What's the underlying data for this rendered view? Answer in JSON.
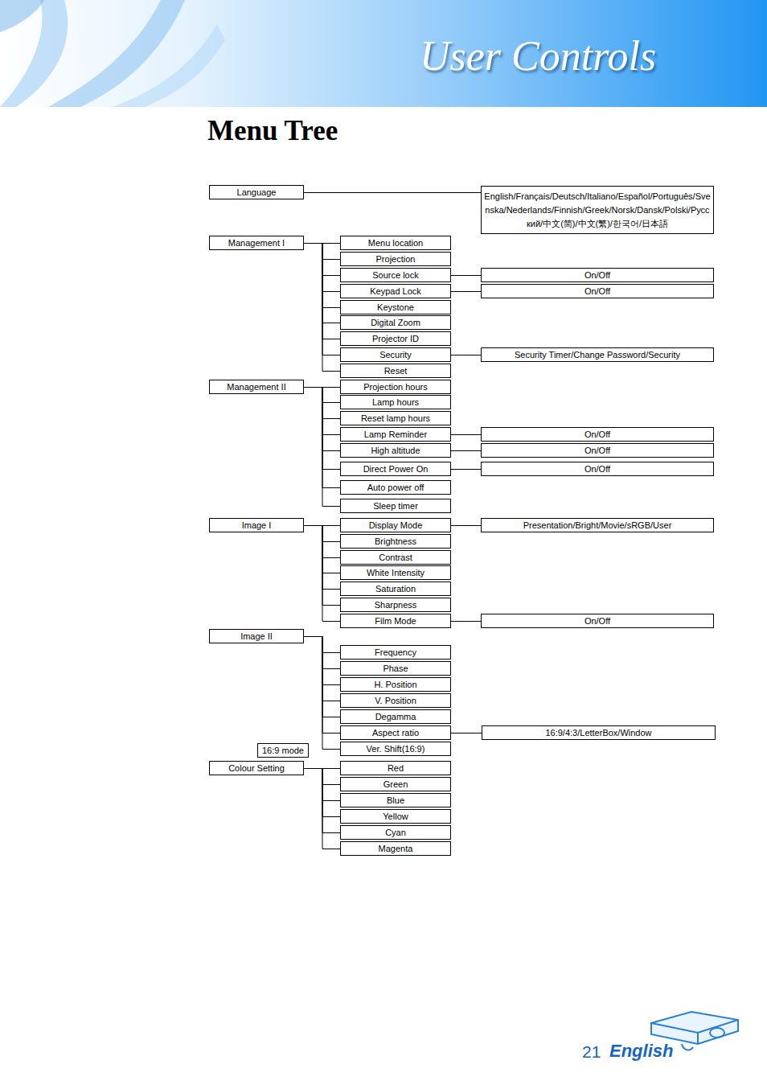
{
  "diagram": {
    "title": "Menu Tree",
    "nodes": [
      {
        "text": [
          "Language"
        ]
      },
      {
        "text": [
          "English/Français/Deutsch/Italiano/Español/Português/Svenska/Nederlands/Finnish/Greek/Norsk/Dansk/Polski/Pусский/中文(简)/中文(繁)/한국어/日本語"
        ]
      },
      {
        "text": [
          "Management I"
        ]
      },
      {
        "text": [
          "Menu location"
        ]
      },
      {
        "text": [
          "Projection"
        ]
      },
      {
        "text": [
          "Source lock"
        ]
      },
      {
        "text": [
          "On/Off"
        ]
      },
      {
        "text": [
          "Keypad Lock"
        ]
      },
      {
        "text": [
          "On/Off"
        ]
      },
      {
        "text": [
          "Keystone"
        ]
      },
      {
        "text": [
          "Digital Zoom"
        ]
      },
      {
        "text": [
          "Projector ID"
        ]
      },
      {
        "text": [
          "Security"
        ]
      },
      {
        "text": [
          "Security Timer/Change Password/Security"
        ]
      },
      {
        "text": [
          "Reset"
        ]
      },
      {
        "text": [
          "Management II"
        ]
      },
      {
        "text": [
          "Projection hours"
        ]
      },
      {
        "text": [
          "Lamp hours"
        ]
      },
      {
        "text": [
          "Reset lamp hours"
        ]
      },
      {
        "text": [
          "Lamp Reminder"
        ]
      },
      {
        "text": [
          "On/Off"
        ]
      },
      {
        "text": [
          "High altitude"
        ]
      },
      {
        "text": [
          "On/Off"
        ]
      },
      {
        "text": [
          "Direct Power On"
        ]
      },
      {
        "text": [
          "On/Off"
        ]
      },
      {
        "text": [
          "Auto power off"
        ]
      },
      {
        "text": [
          "Sleep timer"
        ]
      },
      {
        "text": [
          "Image I"
        ]
      },
      {
        "text": [
          "Display Mode"
        ]
      },
      {
        "text": [
          "Presentation/Bright/Movie/sRGB/User"
        ]
      },
      {
        "text": [
          "Brightness"
        ]
      },
      {
        "text": [
          "Contrast"
        ]
      },
      {
        "text": [
          "White Intensity"
        ]
      },
      {
        "text": [
          "Saturation"
        ]
      },
      {
        "text": [
          "Sharpness"
        ]
      },
      {
        "text": [
          "Film Mode"
        ]
      },
      {
        "text": [
          "On/Off"
        ]
      },
      {
        "text": [
          "Image II"
        ]
      },
      {
        "text": [
          "Frequency"
        ]
      },
      {
        "text": [
          "Phase"
        ]
      },
      {
        "text": [
          "H. Position"
        ]
      },
      {
        "text": [
          "V. Position"
        ]
      },
      {
        "text": [
          "Degamma"
        ]
      },
      {
        "text": [
          "Aspect ratio"
        ]
      },
      {
        "text": [
          "16:9/4:3/LetterBox/Window"
        ]
      },
      {
        "text": [
          "16:9 mode"
        ]
      },
      {
        "text": [
          "Ver. Shift(16:9)"
        ]
      },
      {
        "text": [
          "Colour Setting"
        ]
      },
      {
        "text": [
          "Red"
        ]
      },
      {
        "text": [
          "Green"
        ]
      },
      {
        "text": [
          "Blue"
        ]
      },
      {
        "text": [
          "Yellow"
        ]
      },
      {
        "text": [
          "Cyan"
        ]
      },
      {
        "text": [
          "Magenta"
        ]
      }
    ],
    "edges": [
      {
        "from": 0,
        "to": 1,
        "arrow": "none"
      },
      {
        "from": 2,
        "to": 3,
        "arrow": "none"
      },
      {
        "from": 2,
        "to": 4,
        "arrow": "none"
      },
      {
        "from": 2,
        "to": 5,
        "arrow": "none"
      },
      {
        "from": 2,
        "to": 7,
        "arrow": "none"
      },
      {
        "from": 2,
        "to": 9,
        "arrow": "none"
      },
      {
        "from": 2,
        "to": 10,
        "arrow": "none"
      },
      {
        "from": 2,
        "to": 11,
        "arrow": "none"
      },
      {
        "from": 2,
        "to": 12,
        "arrow": "none"
      },
      {
        "from": 2,
        "to": 14,
        "arrow": "none"
      },
      {
        "from": 5,
        "to": 6,
        "arrow": "none"
      },
      {
        "from": 7,
        "to": 8,
        "arrow": "none"
      },
      {
        "from": 12,
        "to": 13,
        "arrow": "none"
      },
      {
        "from": 15,
        "to": 16,
        "arrow": "none"
      },
      {
        "from": 15,
        "to": 17,
        "arrow": "none"
      },
      {
        "from": 15,
        "to": 18,
        "arrow": "none"
      },
      {
        "from": 15,
        "to": 19,
        "arrow": "none"
      },
      {
        "from": 15,
        "to": 21,
        "arrow": "none"
      },
      {
        "from": 15,
        "to": 23,
        "arrow": "none"
      },
      {
        "from": 15,
        "to": 25,
        "arrow": "none"
      },
      {
        "from": 15,
        "to": 26,
        "arrow": "none"
      },
      {
        "from": 19,
        "to": 20,
        "arrow": "none"
      },
      {
        "from": 21,
        "to": 22,
        "arrow": "none"
      },
      {
        "from": 23,
        "to": 24,
        "arrow": "none"
      },
      {
        "from": 27,
        "to": 28,
        "arrow": "none"
      },
      {
        "from": 27,
        "to": 30,
        "arrow": "none"
      },
      {
        "from": 27,
        "to": 31,
        "arrow": "none"
      },
      {
        "from": 27,
        "to": 32,
        "arrow": "none"
      },
      {
        "from": 27,
        "to": 33,
        "arrow": "none"
      },
      {
        "from": 27,
        "to": 34,
        "arrow": "none"
      },
      {
        "from": 27,
        "to": 35,
        "arrow": "none"
      },
      {
        "from": 28,
        "to": 29,
        "arrow": "none"
      },
      {
        "from": 35,
        "to": 36,
        "arrow": "none"
      },
      {
        "from": 37,
        "to": 38,
        "arrow": "none"
      },
      {
        "from": 37,
        "to": 39,
        "arrow": "none"
      },
      {
        "from": 37,
        "to": 40,
        "arrow": "none"
      },
      {
        "from": 37,
        "to": 41,
        "arrow": "none"
      },
      {
        "from": 37,
        "to": 42,
        "arrow": "none"
      },
      {
        "from": 37,
        "to": 43,
        "arrow": "none"
      },
      {
        "from": 37,
        "to": 46,
        "arrow": "none"
      },
      {
        "from": 43,
        "to": 44,
        "arrow": "none"
      },
      {
        "from": 47,
        "to": 48,
        "arrow": "none"
      },
      {
        "from": 47,
        "to": 49,
        "arrow": "none"
      },
      {
        "from": 47,
        "to": 50,
        "arrow": "none"
      },
      {
        "from": 47,
        "to": 51,
        "arrow": "none"
      },
      {
        "from": 47,
        "to": 52,
        "arrow": "none"
      },
      {
        "from": 47,
        "to": 53,
        "arrow": "none"
      }
    ],
    "labels": [
      "User Controls",
      "21",
      "English"
    ]
  }
}
